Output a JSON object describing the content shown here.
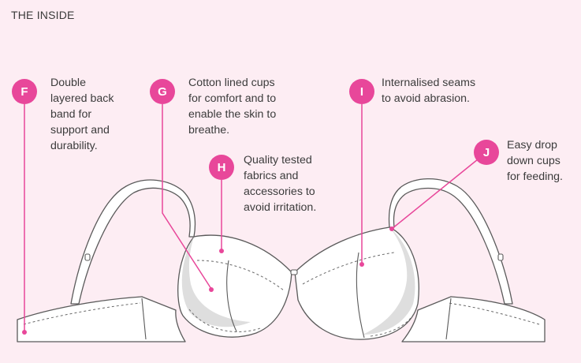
{
  "title": "THE INSIDE",
  "colors": {
    "background": "#fdedf3",
    "accent": "#e8479a",
    "outline": "#5a5a5a",
    "cup_shadow": "#dedede"
  },
  "callouts": [
    {
      "letter": "F",
      "lines": [
        "Double",
        "layered back",
        "band for",
        "support and",
        "durability."
      ]
    },
    {
      "letter": "G",
      "lines": [
        "Cotton lined cups",
        "for comfort and to",
        "enable the skin to",
        "breathe."
      ]
    },
    {
      "letter": "H",
      "lines": [
        "Quality tested",
        "fabrics and",
        "accessories to",
        "avoid irritation."
      ]
    },
    {
      "letter": "I",
      "lines": [
        "Internalised seams",
        "to avoid abrasion."
      ]
    },
    {
      "letter": "J",
      "lines": [
        "Easy drop",
        "down cups",
        "for feeding."
      ]
    }
  ]
}
